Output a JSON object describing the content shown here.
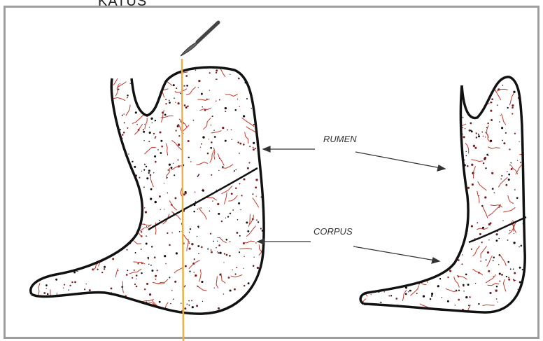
{
  "header": {
    "title": "KATUS"
  },
  "labels": {
    "rumen": "RUMEN",
    "corpus": "CORPUS"
  },
  "colors": {
    "frame": "#9e9e9e",
    "vessel": "#c0392b",
    "outline": "#111111",
    "cut_line": "#e8b24a",
    "dots": "#7a1f1f"
  },
  "icons": {
    "scalpel": "scalpel-icon"
  }
}
